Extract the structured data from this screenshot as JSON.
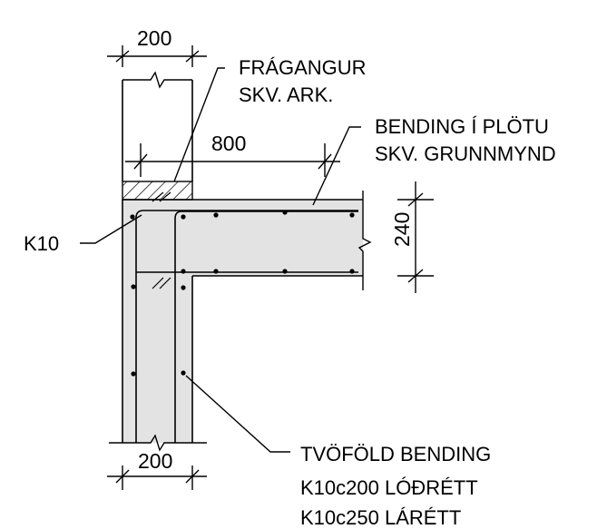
{
  "dimensions": {
    "wall_top_width": "200",
    "slab_span": "800",
    "slab_thickness": "240",
    "wall_bottom_width": "200"
  },
  "labels": {
    "finish": {
      "line1": "FRÁGANGUR",
      "line2": "SKV. ARK."
    },
    "slab_rebar": {
      "line1": "BENDING Í PLÖTU",
      "line2": "SKV. GRUNNMYND"
    },
    "corner_bar": "K10",
    "wall_rebar": {
      "line1": "TVÖFÖLD BENDING",
      "line2": "K10c200 LÓÐRÉTT",
      "line3": "K10c250 LÁRÉTT"
    }
  },
  "colors": {
    "concrete_fill": "#e3e3e3",
    "line": "#000000",
    "background": "#ffffff"
  }
}
